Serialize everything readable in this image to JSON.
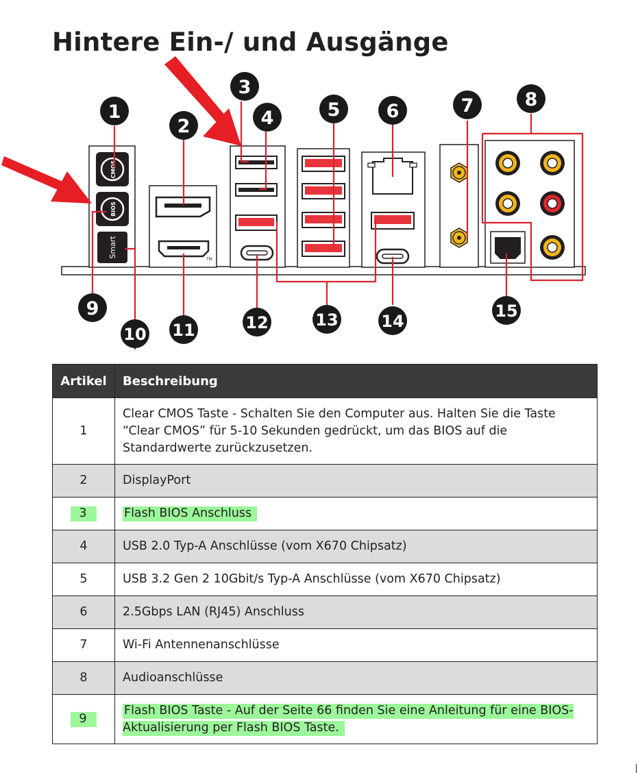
{
  "page": {
    "title": "Hintere Ein-/ und Ausgänge"
  },
  "diagram": {
    "callouts": [
      "1",
      "2",
      "3",
      "4",
      "5",
      "6",
      "7",
      "8",
      "9",
      "10",
      "11",
      "12",
      "13",
      "14",
      "15"
    ],
    "button_labels": {
      "cmos": "CMOS",
      "bios": "BIOS",
      "smart": "Smart"
    },
    "hdmi_tm": "TM",
    "colors": {
      "callout_fill": "#1a1a1a",
      "leader_line": "#d9232d",
      "usb_red": "#e8343c",
      "audio_gold": "#f2b51c",
      "audio_red": "#e0262e",
      "arrow_red": "#e61e25"
    }
  },
  "table": {
    "headers": {
      "item": "Artikel",
      "description": "Beschreibung"
    },
    "rows": [
      {
        "item": "1",
        "description": "Clear CMOS Taste - Schalten Sie den Computer aus. Halten Sie die Taste “Clear CMOS” für 5-10 Sekunden gedrückt, um das BIOS auf die Standardwerte zurückzusetzen."
      },
      {
        "item": "2",
        "description": "DisplayPort"
      },
      {
        "item": "3",
        "description": "Flash BIOS Anschluss"
      },
      {
        "item": "4",
        "description": "USB 2.0 Typ-A Anschlüsse (vom X670 Chipsatz)"
      },
      {
        "item": "5",
        "description": "USB 3.2 Gen 2 10Gbit/s Typ-A Anschlüsse (vom X670 Chipsatz)"
      },
      {
        "item": "6",
        "description": "2.5Gbps LAN (RJ45) Anschluss"
      },
      {
        "item": "7",
        "description": "Wi-Fi Antennenanschlüsse"
      },
      {
        "item": "8",
        "description": "Audioanschlüsse"
      },
      {
        "item": "9",
        "description": "Flash BIOS Taste -  Auf der Seite 66 finden Sie eine Anleitung für eine BIOS-Aktualisierung per Flash BIOS Taste."
      }
    ],
    "highlight_color": "#9cf79a",
    "shaded_color": "#dcdcdc"
  }
}
